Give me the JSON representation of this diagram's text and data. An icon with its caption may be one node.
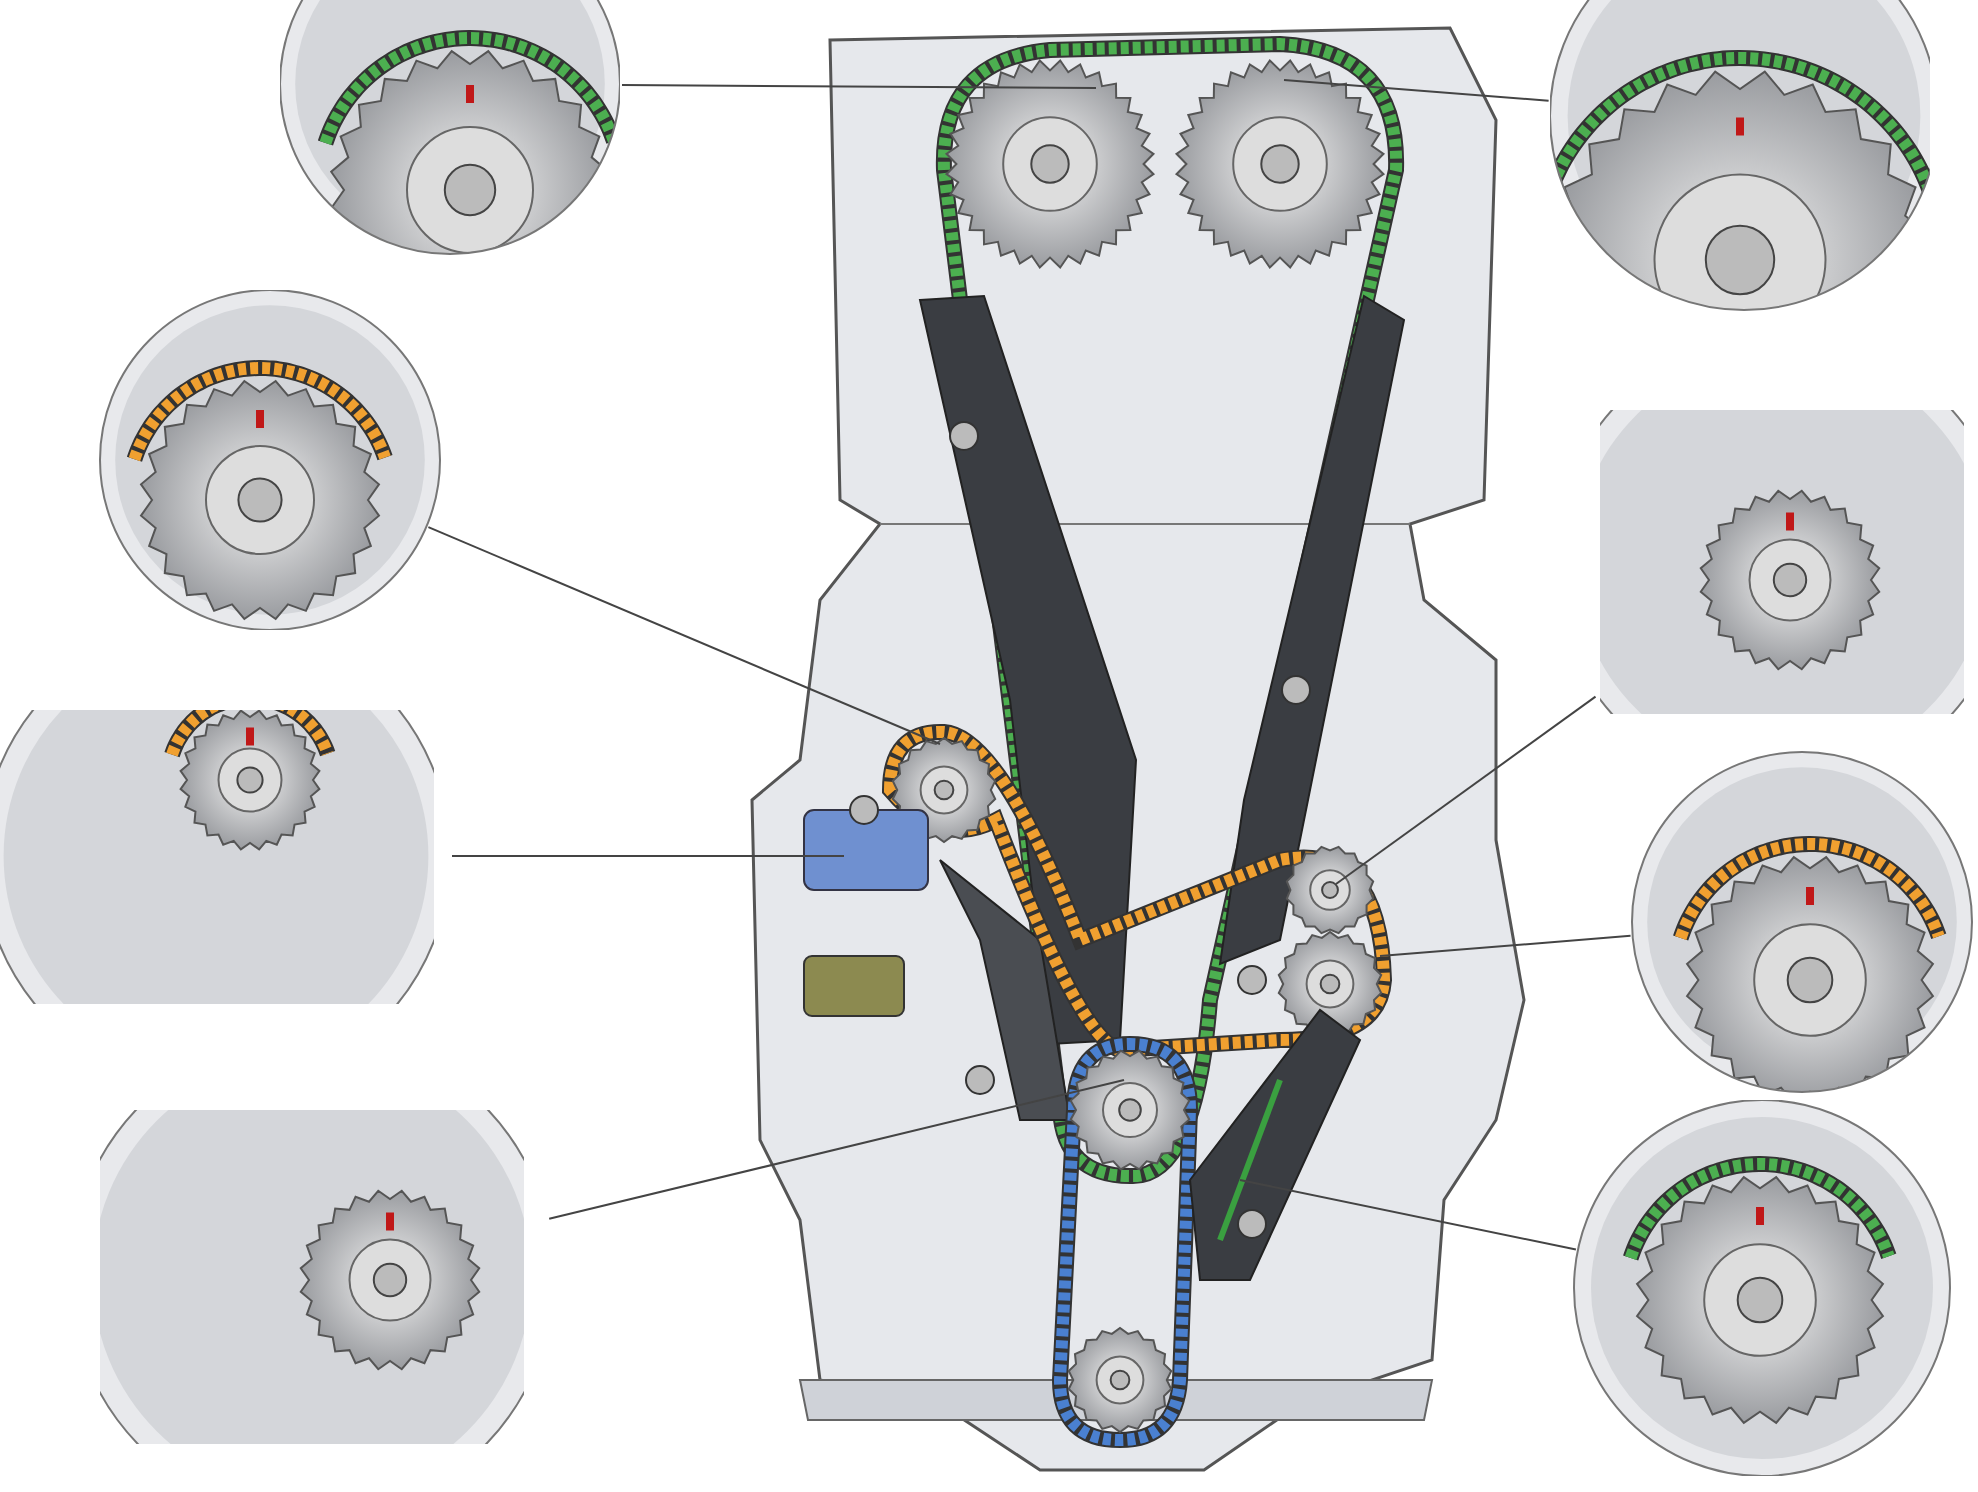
{
  "diagram": {
    "nodes": [
      {
        "text": [],
        "shape": "picture"
      },
      {
        "text": [],
        "shape": "picture"
      },
      {
        "text": [],
        "shape": "picture"
      },
      {
        "text": [],
        "shape": "picture"
      },
      {
        "text": [],
        "shape": "picture"
      },
      {
        "text": [],
        "shape": "picture"
      },
      {
        "text": [],
        "shape": "picture"
      },
      {
        "text": [],
        "shape": "picture"
      },
      {
        "text": [],
        "shape": "picture"
      }
    ],
    "edges": [
      {
        "from": 1,
        "to": 0,
        "arrow": "none"
      },
      {
        "from": 2,
        "to": 0,
        "arrow": "none"
      },
      {
        "from": 3,
        "to": 0,
        "arrow": "none"
      },
      {
        "from": 4,
        "to": 0,
        "arrow": "none"
      },
      {
        "from": 5,
        "to": 0,
        "arrow": "none"
      },
      {
        "from": 6,
        "to": 0,
        "arrow": "none"
      },
      {
        "from": 7,
        "to": 0,
        "arrow": "none"
      },
      {
        "from": 8,
        "to": 0,
        "arrow": "none"
      }
    ]
  }
}
